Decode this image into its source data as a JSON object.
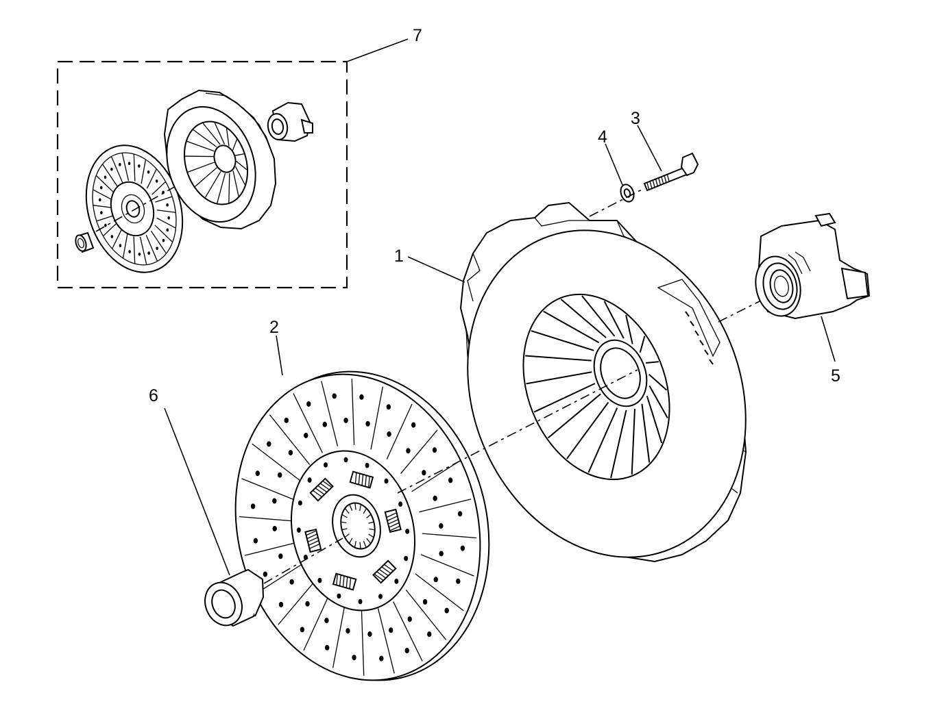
{
  "callouts": {
    "c1": "1",
    "c2": "2",
    "c3": "3",
    "c4": "4",
    "c5": "5",
    "c6": "6",
    "c7": "7"
  },
  "icons": {
    "pressure_plate": "clutch-pressure-plate-icon",
    "disc": "clutch-disc-icon",
    "bolt": "bolt-icon",
    "washer": "washer-icon",
    "bearing": "release-bearing-icon",
    "bushing": "pilot-bushing-icon",
    "kit": "clutch-kit-icon"
  },
  "colors": {
    "line": "#000000",
    "background": "#ffffff"
  }
}
